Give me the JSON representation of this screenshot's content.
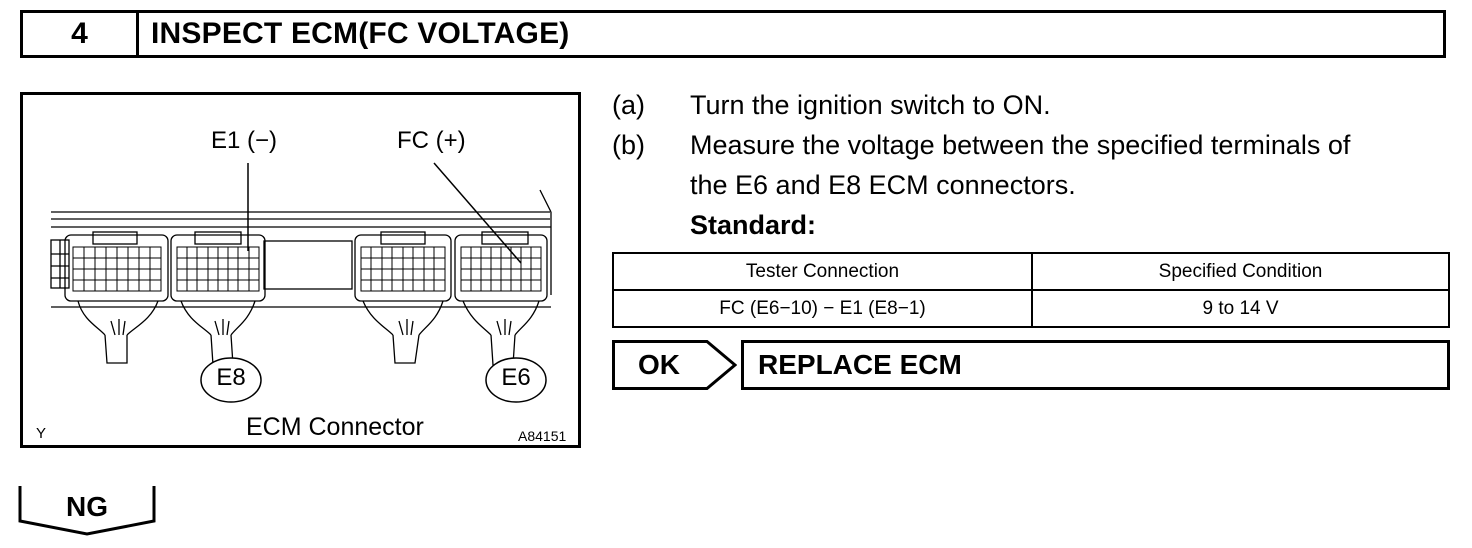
{
  "step": {
    "number": "4",
    "title": "INSPECT ECM(FC VOLTAGE)"
  },
  "illustration": {
    "labels": {
      "e1": "E1 (−)",
      "fc": "FC (+)",
      "connector_e8": "E8",
      "connector_e6": "E6",
      "caption": "ECM Connector",
      "corner_letter": "Y",
      "figure_id": "A84151"
    }
  },
  "instructions": [
    {
      "letter": "(a)",
      "lines": [
        "Turn the ignition switch to ON."
      ]
    },
    {
      "letter": "(b)",
      "lines": [
        "Measure the voltage between the specified terminals of",
        "the E6 and E8 ECM connectors."
      ]
    }
  ],
  "standard_label": "Standard:",
  "spec_table": {
    "headers": [
      "Tester Connection",
      "Specified Condition"
    ],
    "rows": [
      [
        "FC (E6−10) − E1 (E8−1)",
        "9 to 14 V"
      ]
    ]
  },
  "ok_result": {
    "label": "OK",
    "action": "REPLACE ECM"
  },
  "ng_result": {
    "label": "NG"
  }
}
